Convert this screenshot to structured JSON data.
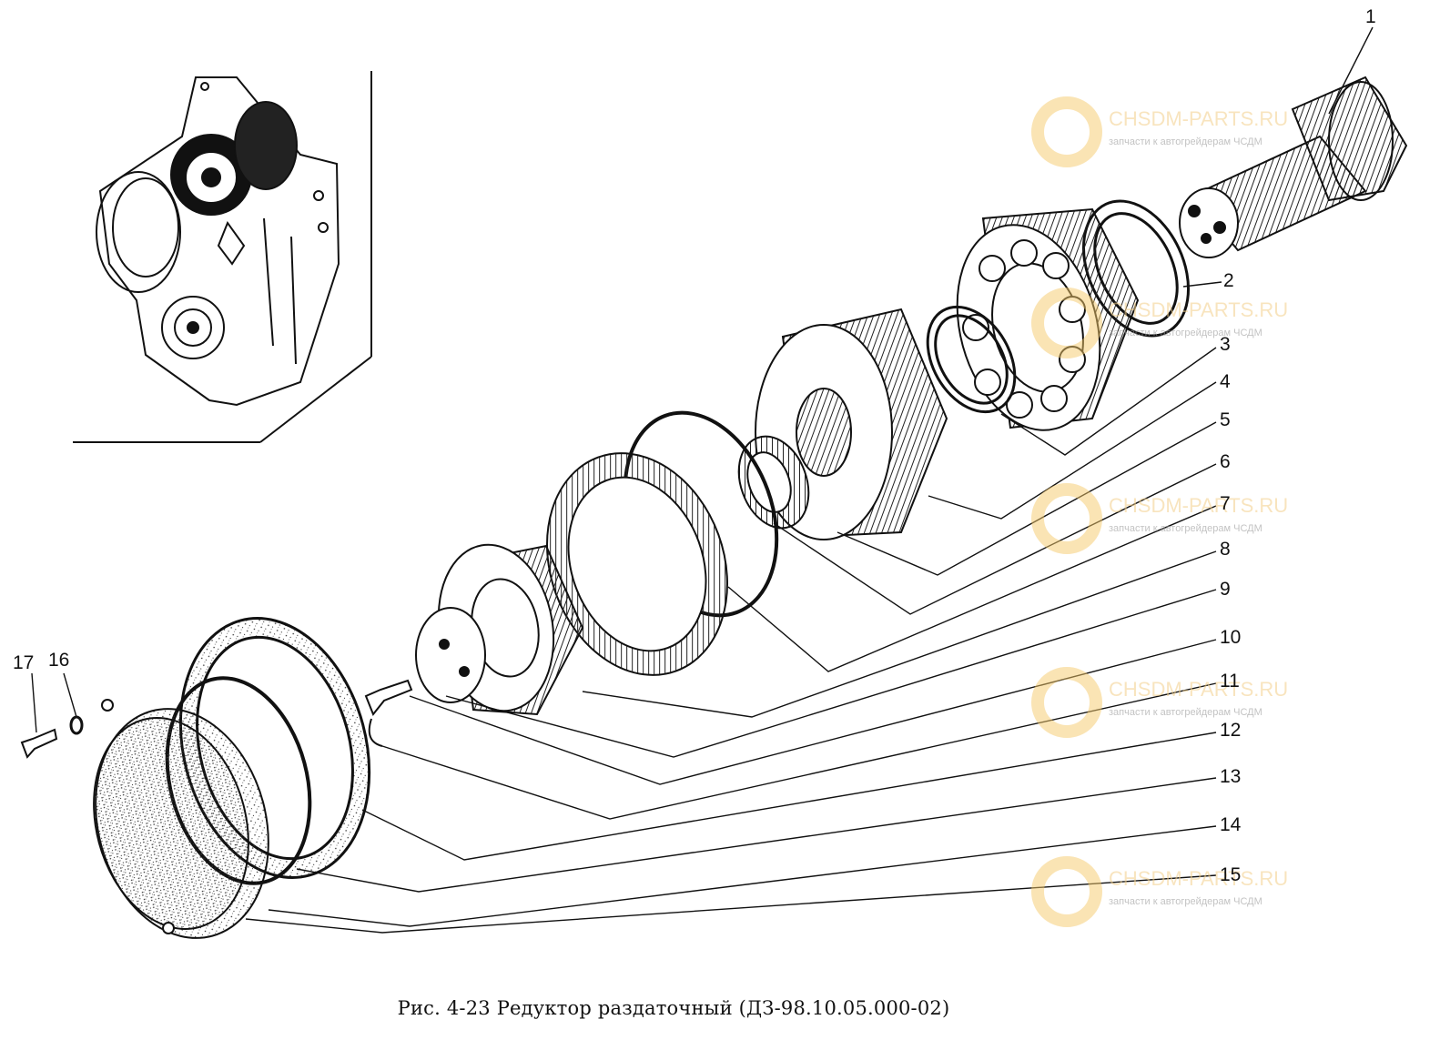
{
  "caption": "Рис. 4-23 Редуктор раздаточный (ДЗ-98.10.05.000-02)",
  "callouts": [
    "1",
    "2",
    "3",
    "4",
    "5",
    "6",
    "7",
    "8",
    "9",
    "10",
    "11",
    "12",
    "13",
    "14",
    "15",
    "16",
    "17"
  ],
  "watermark": {
    "title": "CHSDM-PARTS.RU",
    "subtitle": "запчасти к автогрейдерам ЧСДМ",
    "color": "#f5c96a"
  },
  "colors": {
    "ink": "#111111",
    "background": "#ffffff"
  }
}
